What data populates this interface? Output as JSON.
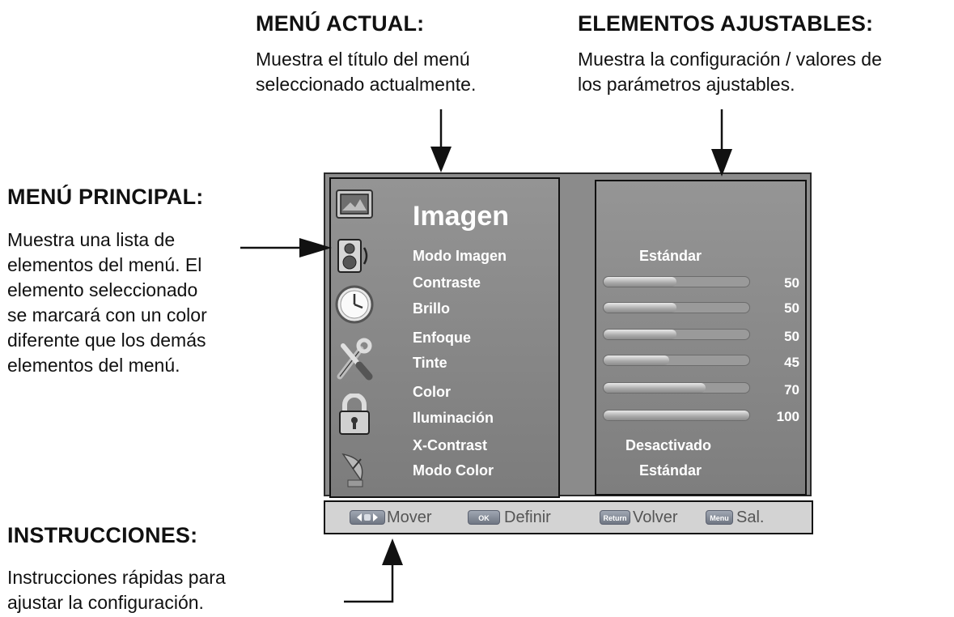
{
  "annotations": {
    "current_menu": {
      "title": "MENÚ ACTUAL:",
      "text": "Muestra el título del menú\nseleccionado actualmente."
    },
    "adjustable": {
      "title": "ELEMENTOS AJUSTABLES:",
      "text": "Muestra la configuración / valores de\nlos parámetros ajustables."
    },
    "main_menu": {
      "title": "MENÚ PRINCIPAL:",
      "text": "Muestra una lista de\nelementos del menú. El\nelemento seleccionado\nse marcará con un color\ndiferente que los demás\nelementos del menú."
    },
    "instructions": {
      "title": "INSTRUCCIONES:",
      "text": "Instrucciones rápidas para\najustar la configuración."
    }
  },
  "osd": {
    "menu_title": "Imagen",
    "icons": [
      "picture-icon",
      "audio-icon",
      "clock-icon",
      "tools-icon",
      "lock-icon",
      "satellite-icon"
    ],
    "items": [
      {
        "label": "Modo Imagen",
        "type": "text",
        "value": "Estándar"
      },
      {
        "label": "Contraste",
        "type": "slider",
        "value": "50",
        "level": 50
      },
      {
        "label": "Brillo",
        "type": "slider",
        "value": "50",
        "level": 50
      },
      {
        "label": "Enfoque",
        "type": "slider",
        "value": "50",
        "level": 50
      },
      {
        "label": "Tinte",
        "type": "slider",
        "value": "45",
        "level": 45
      },
      {
        "label": "Color",
        "type": "slider",
        "value": "70",
        "level": 70
      },
      {
        "label": "Iluminación",
        "type": "slider",
        "value": "100",
        "level": 100
      },
      {
        "label": "X-Contrast",
        "type": "text",
        "value": "Desactivado"
      },
      {
        "label": "Modo Color",
        "type": "text",
        "value": "Estándar"
      }
    ]
  },
  "instructions_bar": [
    {
      "key": "",
      "label": "Mover",
      "icon": "arrows-icon"
    },
    {
      "key": "OK",
      "label": "Definir"
    },
    {
      "key": "Return",
      "label": "Volver"
    },
    {
      "key": "Menu",
      "label": "Sal."
    }
  ],
  "colors": {
    "panel_gray": "#8b8b8b",
    "instruction_bar": "#d3d3d3",
    "text_on_panel": "#ffffff"
  }
}
